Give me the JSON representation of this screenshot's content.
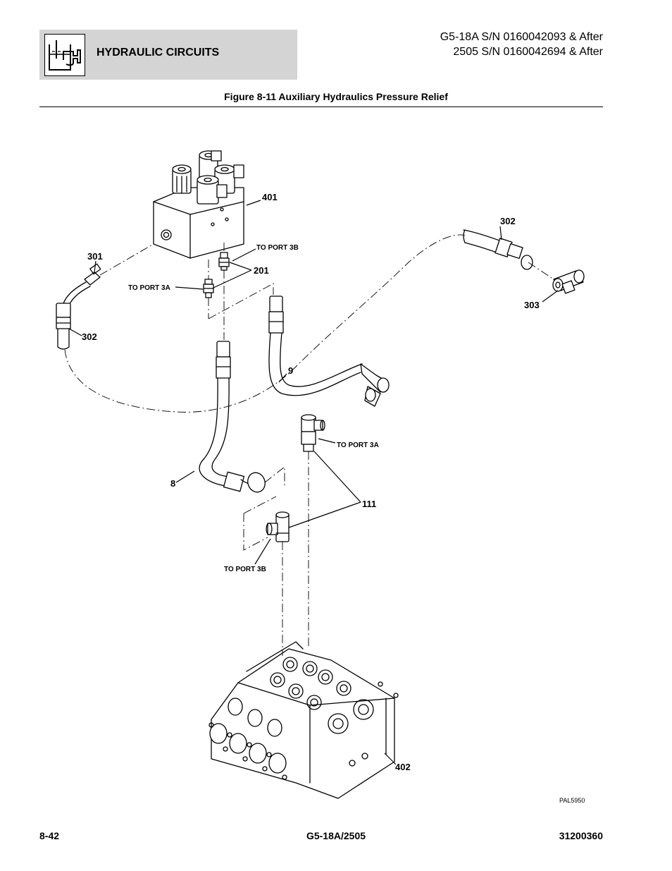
{
  "header": {
    "section_title": "HYDRAULIC CIRCUITS",
    "serial_line_1": "G5-18A S/N 0160042093 & After",
    "serial_line_2": "2505 S/N 0160042694 & After",
    "icon": "hydraulic-tank-icon"
  },
  "figure": {
    "title": "Figure 8-11 Auxiliary Hydraulics Pressure Relief",
    "code": "PAL5950",
    "callouts": {
      "c401": "401",
      "c302_top": "302",
      "c301": "301",
      "c201": "201",
      "c302_left": "302",
      "c303": "303",
      "c9": "9",
      "c8": "8",
      "c111": "111",
      "c402": "402"
    },
    "port_labels": {
      "port3b_top": "TO PORT 3B",
      "port3a_top": "TO PORT 3A",
      "port3a_mid": "TO PORT 3A",
      "port3b_bottom": "TO PORT 3B"
    }
  },
  "footer": {
    "page": "8-42",
    "model": "G5-18A/2505",
    "doc_number": "31200360"
  }
}
